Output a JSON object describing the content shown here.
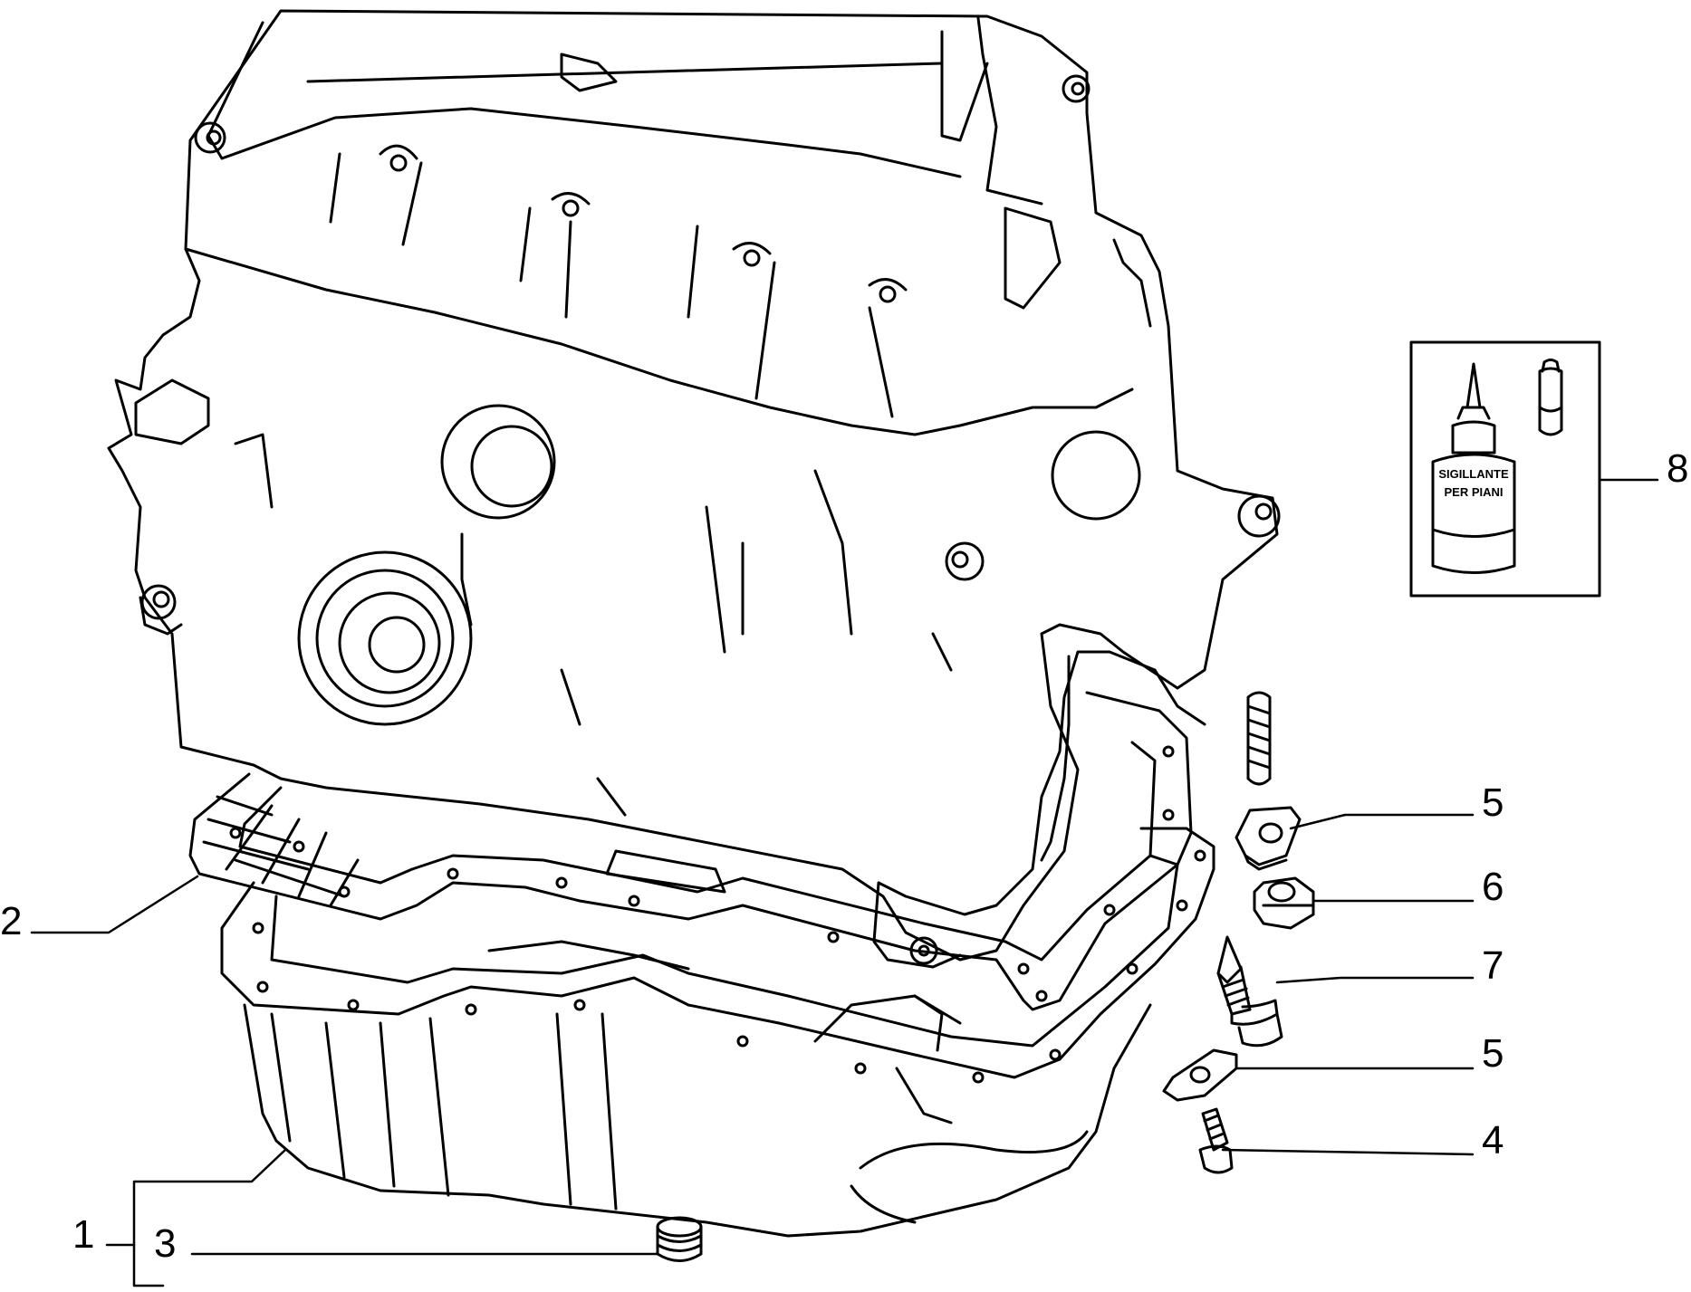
{
  "diagram": {
    "callouts": [
      {
        "id": "1",
        "label": "1"
      },
      {
        "id": "2",
        "label": "2"
      },
      {
        "id": "3",
        "label": "3"
      },
      {
        "id": "4",
        "label": "4"
      },
      {
        "id": "5a",
        "label": "5"
      },
      {
        "id": "5b",
        "label": "5"
      },
      {
        "id": "6",
        "label": "6"
      },
      {
        "id": "7",
        "label": "7"
      },
      {
        "id": "8",
        "label": "8"
      }
    ],
    "sealant_bottle": {
      "line1": "SIGILLANTE",
      "line2": "PER PIANI"
    }
  }
}
